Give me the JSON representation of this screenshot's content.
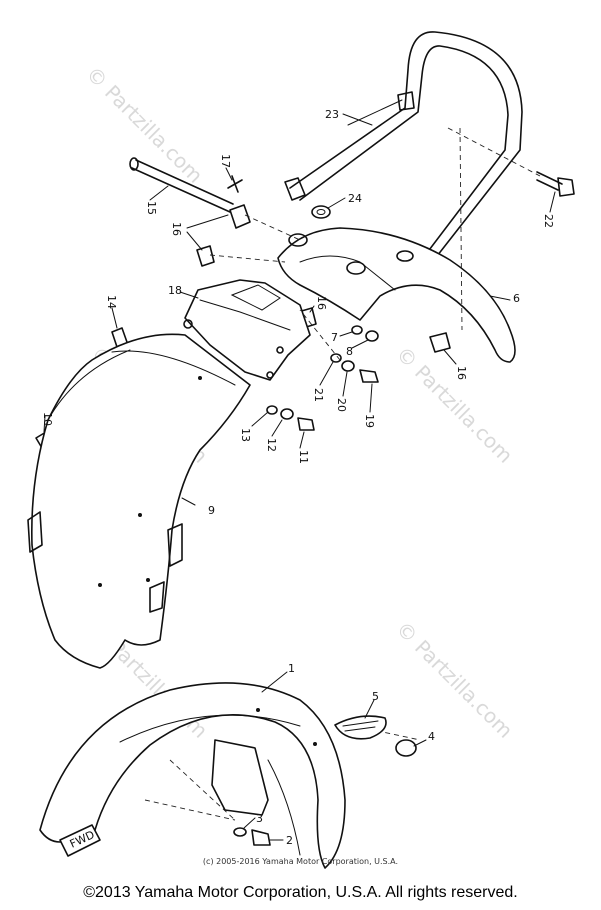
{
  "watermark": "© Partzilla.com",
  "callouts": [
    "1",
    "2",
    "3",
    "4",
    "5",
    "6",
    "7",
    "8",
    "9",
    "10",
    "11",
    "12",
    "13",
    "14",
    "15",
    "16",
    "17",
    "18",
    "19",
    "20",
    "21",
    "22",
    "23",
    "24"
  ],
  "fwd_label": "FWD",
  "copyright_small": "(c) 2005-2016 Yamaha Motor Corporation, U.S.A.",
  "copyright_main": "©2013 Yamaha Motor Corporation, U.S.A. All rights reserved."
}
